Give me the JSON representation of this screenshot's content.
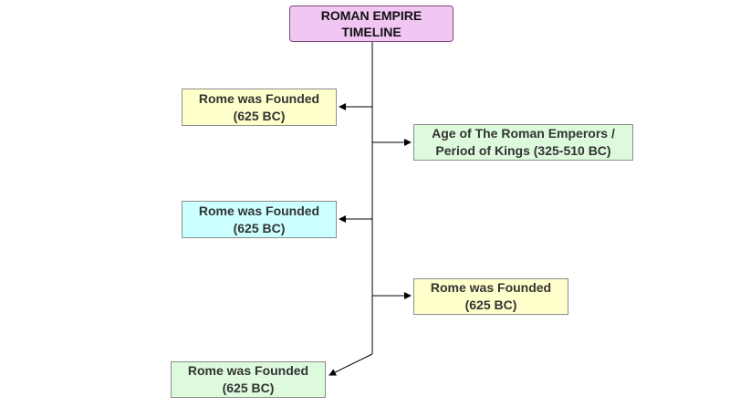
{
  "title": {
    "line1": "ROMAN EMPIRE",
    "line2": "TIMELINE"
  },
  "nodes": [
    {
      "line1": "Rome was Founded",
      "line2": "(625 BC)",
      "color": "#ffffcc"
    },
    {
      "line1": "Age of The Roman Emperors /",
      "line2": "Period of Kings (325-510 BC)",
      "color": "#ddfadd"
    },
    {
      "line1": "Rome was Founded",
      "line2": "(625 BC)",
      "color": "#ccffff"
    },
    {
      "line1": "Rome was Founded",
      "line2": "(625 BC)",
      "color": "#ffffcc"
    },
    {
      "line1": "Rome was Founded",
      "line2": "(625 BC)",
      "color": "#ddfadd"
    }
  ]
}
